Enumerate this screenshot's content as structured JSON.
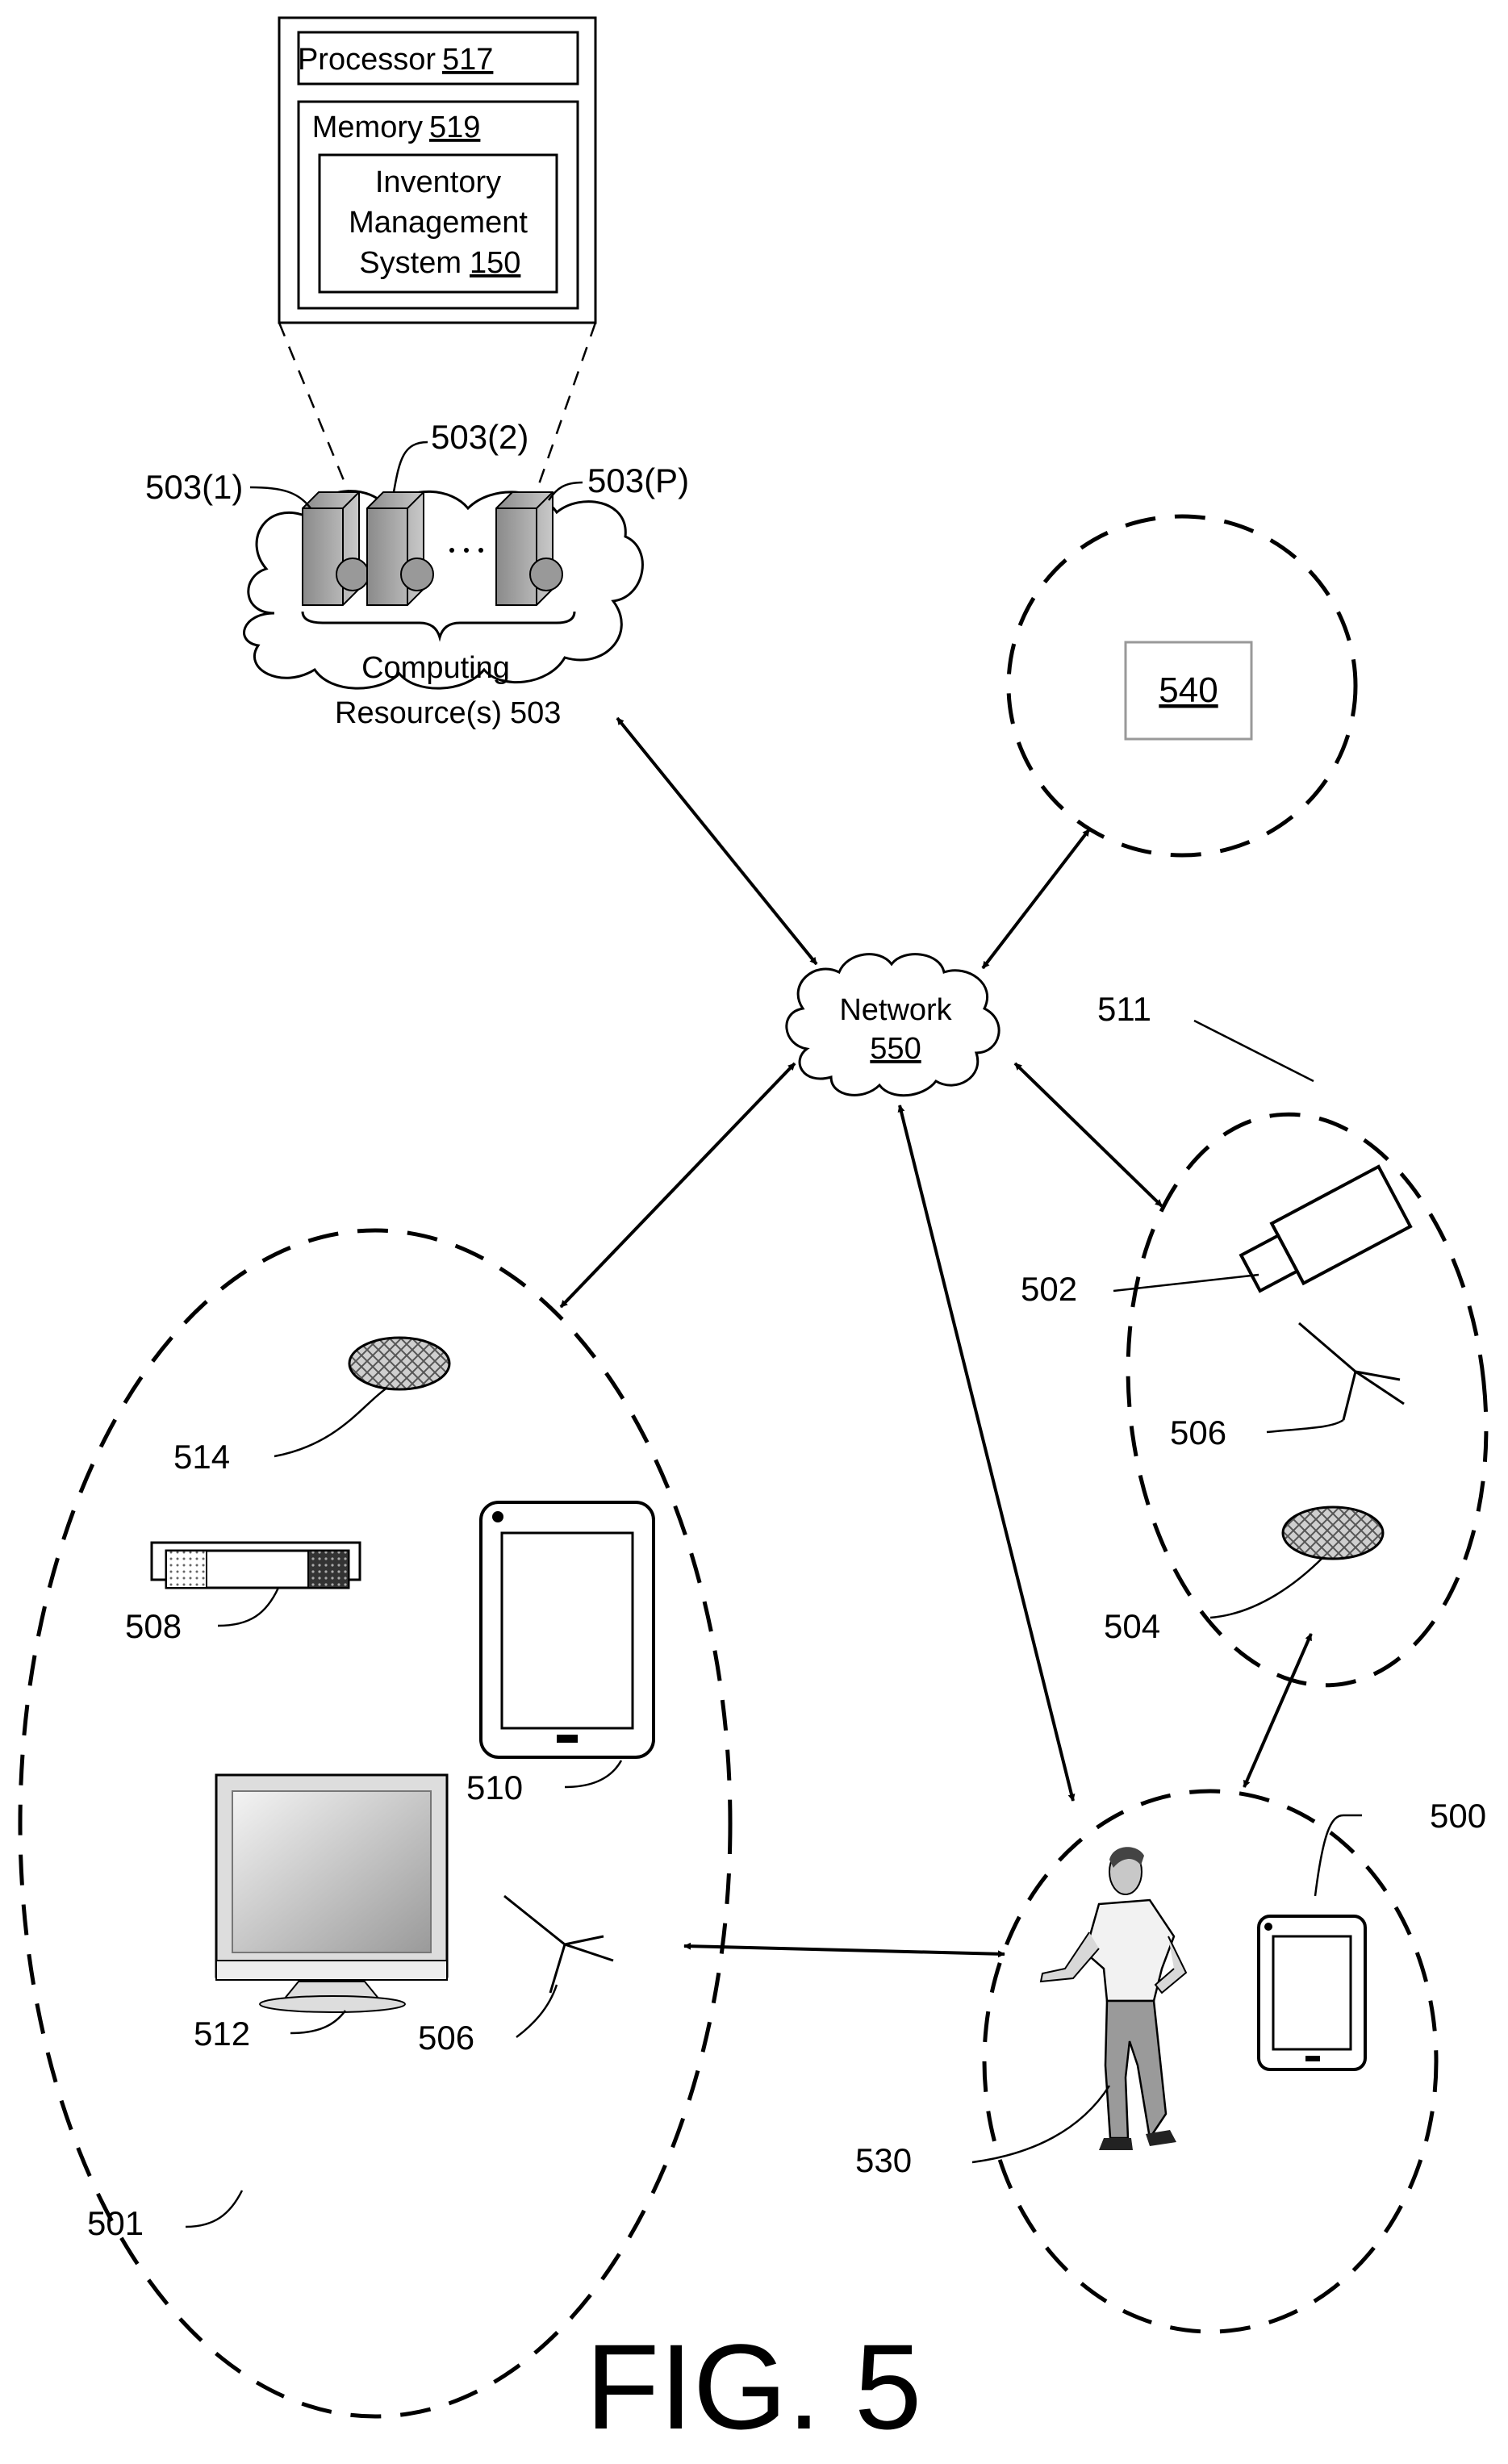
{
  "figure": {
    "caption": "FIG. 5",
    "server_box": {
      "processor": "Processor",
      "processor_ref": "517",
      "memory": "Memory",
      "memory_ref": "519",
      "ims_line1": "Inventory",
      "ims_line2": "Management",
      "ims_line3": "System",
      "ims_ref": "150"
    },
    "computing": {
      "line1": "Computing",
      "line2": "Resource(s)",
      "ref": "503",
      "server_labels": [
        "503(1)",
        "503(2)",
        "503(P)"
      ]
    },
    "network": {
      "label": "Network",
      "ref": "550"
    },
    "box_540": "540",
    "refs": {
      "r511": "511",
      "r502": "502",
      "r506a": "506",
      "r504": "504",
      "r514": "514",
      "r508": "508",
      "r510": "510",
      "r512": "512",
      "r506b": "506",
      "r501": "501",
      "r500": "500",
      "r530": "530"
    }
  }
}
